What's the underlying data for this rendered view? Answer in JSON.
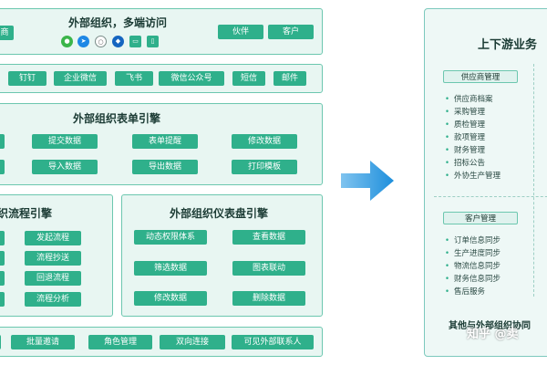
{
  "top_panel": {
    "title": "外部组织，多端访问",
    "left_cut_button": "商",
    "right_buttons": [
      "伙伴",
      "客户"
    ],
    "icons": [
      "wechat-icon",
      "feishu-icon",
      "chat-bubble-icon",
      "settings-shield-icon",
      "monitor-icon",
      "mobile-icon"
    ]
  },
  "channels": [
    "钉钉",
    "企业微信",
    "飞书",
    "微信公众号",
    "短信",
    "邮件"
  ],
  "form_engine": {
    "title": "外部组织表单引擎",
    "buttons": [
      "提交数据",
      "表单提醒",
      "修改数据",
      "导入数据",
      "导出数据",
      "打印模板"
    ]
  },
  "flow_engine": {
    "title": "织流程引擎",
    "buttons": [
      "发起流程",
      "流程抄送",
      "回退流程",
      "流程分析"
    ]
  },
  "dashboard_engine": {
    "title": "外部组织仪表盘引擎",
    "buttons": [
      "动态权限体系",
      "查看数据",
      "筛选数据",
      "图表联动",
      "修改数据",
      "删除数据"
    ]
  },
  "bottom_bar": [
    "批量邀请",
    "角色管理",
    "双向连接",
    "可见外部联系人"
  ],
  "right_panel": {
    "title": "上下游业务",
    "supplier_header": "供应商管理",
    "supplier_items": [
      "供应商档案",
      "采购管理",
      "质检管理",
      "款项管理",
      "财务管理",
      "招标公告",
      "外协生产管理"
    ],
    "customer_header": "客户管理",
    "customer_items": [
      "订单信息同步",
      "生产进度同步",
      "物流信息同步",
      "财务信息同步",
      "售后服务"
    ],
    "footer": "其他与外部组织协同",
    "watermark": "知乎 @卖"
  },
  "colors": {
    "accent": "#2fb08b",
    "panel_bg": "#e8f6f2",
    "panel_border": "#6cc7af",
    "arrow": "#2196e0"
  }
}
